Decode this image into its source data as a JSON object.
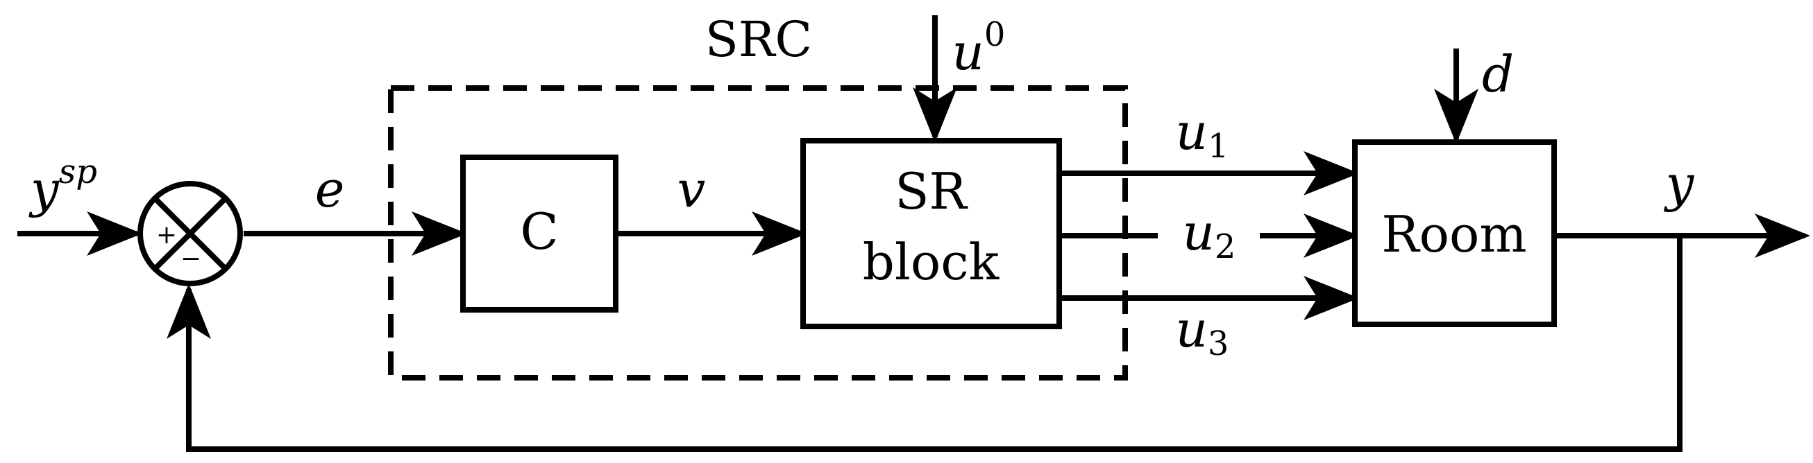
{
  "diagram": {
    "src_label": "SRC",
    "controller_label": "C",
    "sr_block": {
      "line1": "SR",
      "line2": "block"
    },
    "room_label": "Room",
    "summing_junction": {
      "plus": "+",
      "minus": "−"
    },
    "signals": {
      "setpoint": {
        "base": "y",
        "sup": "sp"
      },
      "error": "e",
      "virtual_input": "v",
      "u0": {
        "base": "u",
        "sup": "0"
      },
      "u1": {
        "base": "u",
        "sub": "1"
      },
      "u2": {
        "base": "u",
        "sub": "2"
      },
      "u3": {
        "base": "u",
        "sub": "3"
      },
      "disturbance": "d",
      "output": "y"
    }
  }
}
